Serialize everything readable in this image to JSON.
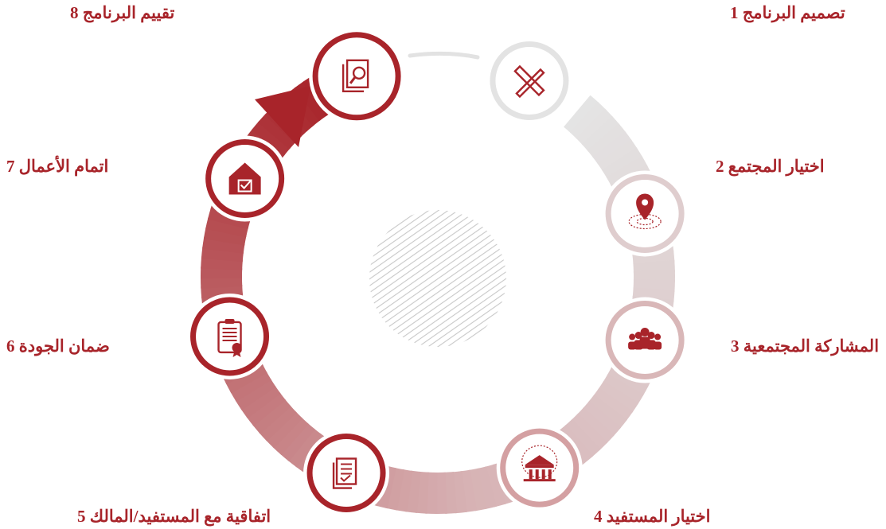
{
  "diagram": {
    "title": "",
    "stages": [
      {
        "number": "1",
        "label": "تصميم البرنامج 1",
        "icon": "pencil-ruler-icon",
        "state": "pending"
      },
      {
        "number": "2",
        "label": "اختيار المجتمع 2",
        "icon": "map-pin-icon",
        "state": "pending"
      },
      {
        "number": "3",
        "label": "المشاركة المجتمعية 3",
        "icon": "community-group-icon",
        "state": "pending"
      },
      {
        "number": "4",
        "label": "اختيار المستفيد 4",
        "icon": "building-icon",
        "state": "pending"
      },
      {
        "number": "5",
        "label": "اتفاقية مع المستفيد/المالك 5",
        "icon": "document-icon",
        "state": "active"
      },
      {
        "number": "6",
        "label": "ضمان الجودة 6",
        "icon": "certificate-clipboard-icon",
        "state": "active"
      },
      {
        "number": "7",
        "label": "اتمام الأعمال 7",
        "icon": "house-check-icon",
        "state": "active"
      },
      {
        "number": "8",
        "label": "تقييم البرنامج 8",
        "icon": "document-search-icon",
        "state": "active"
      }
    ]
  },
  "colors": {
    "accent": "#a8242a",
    "accent_light": "#d4a0a2",
    "inactive": "#d9d9d9",
    "hatch": "#c8c8c8"
  }
}
